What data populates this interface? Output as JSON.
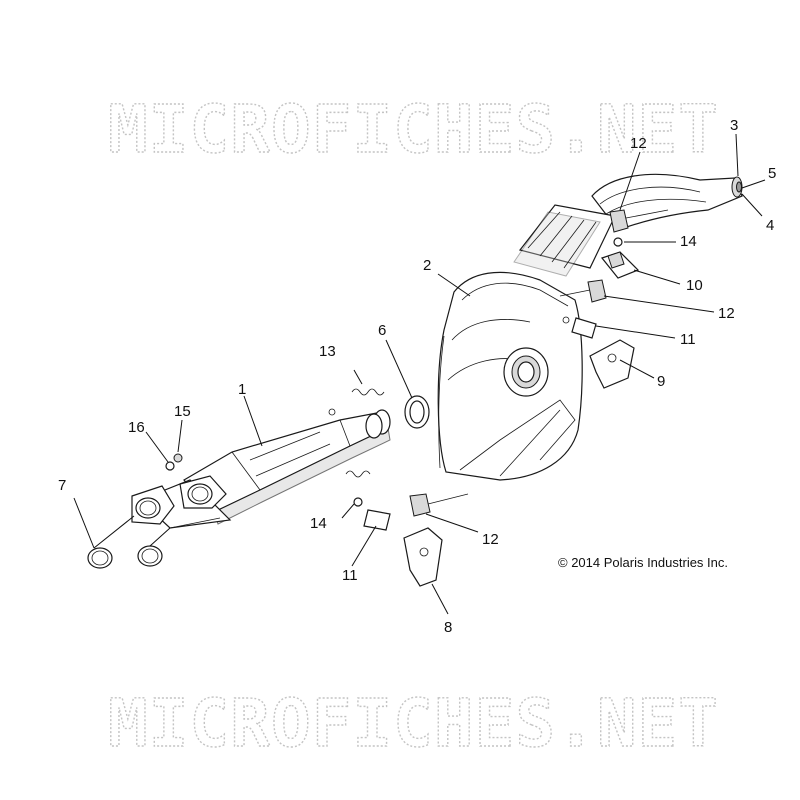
{
  "watermarks": [
    "MICROFICHES.NET",
    "MICROFICHES.NET"
  ],
  "copyright": "© 2014 Polaris Industries Inc.",
  "callouts": [
    {
      "id": "c1",
      "label": "1"
    },
    {
      "id": "c2",
      "label": "2"
    },
    {
      "id": "c3",
      "label": "3"
    },
    {
      "id": "c4",
      "label": "4"
    },
    {
      "id": "c5",
      "label": "5"
    },
    {
      "id": "c6",
      "label": "6"
    },
    {
      "id": "c7",
      "label": "7"
    },
    {
      "id": "c8",
      "label": "8"
    },
    {
      "id": "c9",
      "label": "9"
    },
    {
      "id": "c10",
      "label": "10"
    },
    {
      "id": "c11a",
      "label": "11"
    },
    {
      "id": "c11b",
      "label": "11"
    },
    {
      "id": "c12a",
      "label": "12"
    },
    {
      "id": "c12b",
      "label": "12"
    },
    {
      "id": "c12c",
      "label": "12"
    },
    {
      "id": "c13",
      "label": "13"
    },
    {
      "id": "c14a",
      "label": "14"
    },
    {
      "id": "c14b",
      "label": "14"
    },
    {
      "id": "c15",
      "label": "15"
    },
    {
      "id": "c16",
      "label": "16"
    }
  ]
}
